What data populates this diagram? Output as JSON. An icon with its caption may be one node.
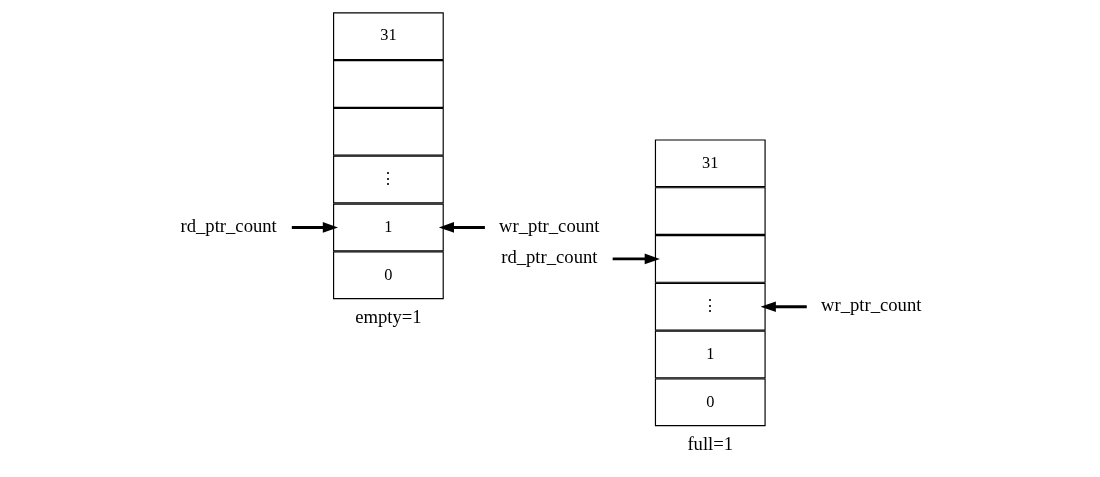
{
  "diagram": {
    "nodes": [
      {
        "text": [
          "31"
        ]
      },
      {
        "text": [],
        "shape": "box"
      },
      {
        "text": [],
        "shape": "box"
      },
      {
        "text": [
          "⋮"
        ]
      },
      {
        "text": [
          "1"
        ]
      },
      {
        "text": [
          "0"
        ]
      },
      {
        "text": [
          "rd_ptr_count"
        ]
      },
      {
        "text": [
          "wr_ptr_count"
        ]
      },
      {
        "text": [
          "31"
        ]
      },
      {
        "text": [],
        "shape": "box"
      },
      {
        "text": [],
        "shape": "box"
      },
      {
        "text": [
          "⋮"
        ]
      },
      {
        "text": [
          "1"
        ]
      },
      {
        "text": [
          "0"
        ]
      },
      {
        "text": [
          "rd_ptr_count"
        ]
      },
      {
        "text": [
          "wr_ptr_count"
        ]
      }
    ],
    "edges": [
      {
        "from": 6,
        "to": 4,
        "arrow": "to"
      },
      {
        "from": 7,
        "to": 4,
        "arrow": "to"
      },
      {
        "from": 14,
        "to": 10,
        "arrow": "to"
      },
      {
        "from": 15,
        "to": 11,
        "arrow": "to"
      }
    ],
    "labels": [
      "empty=1",
      "full=1"
    ]
  }
}
